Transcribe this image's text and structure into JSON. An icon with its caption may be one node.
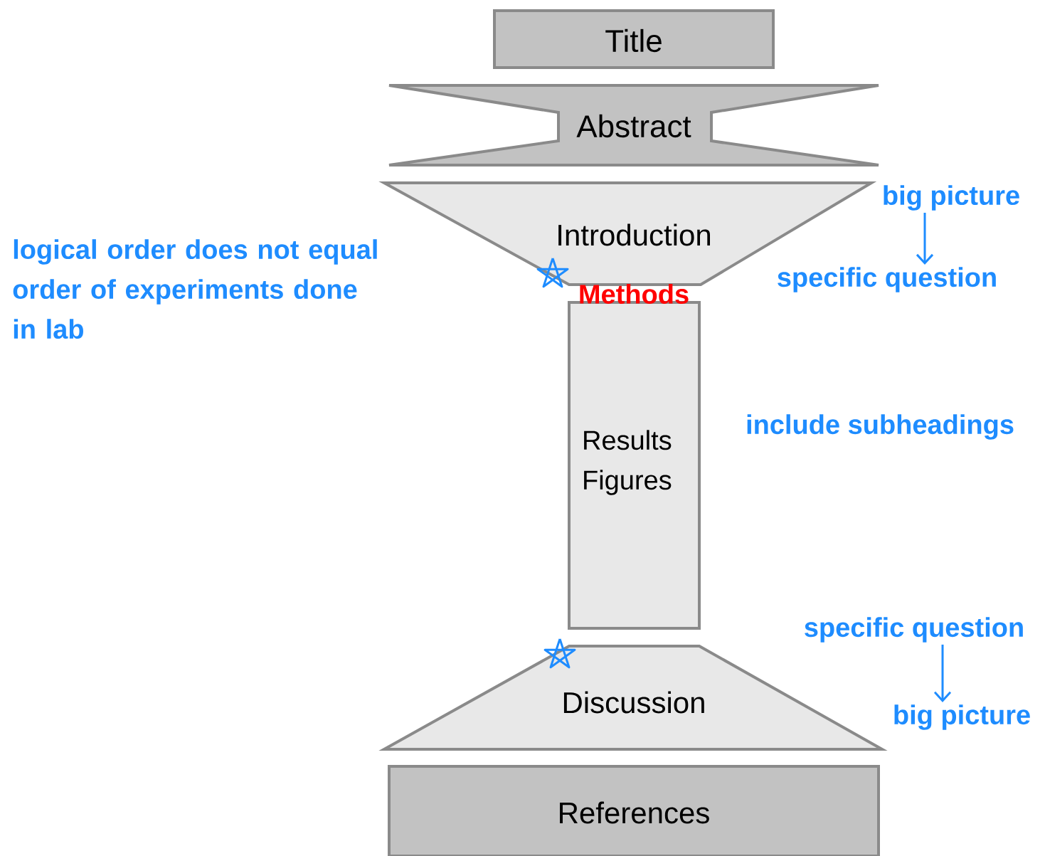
{
  "diagram": {
    "nodes": [
      {
        "text": [
          "Title"
        ]
      },
      {
        "text": [
          "Abstract"
        ]
      },
      {
        "text": [
          "Introduction"
        ]
      },
      {
        "text": [
          "Methods",
          "Results Figures"
        ]
      },
      {
        "text": [
          "Discussion"
        ]
      },
      {
        "text": [
          "References"
        ]
      },
      {
        "text": [
          "big picture"
        ]
      },
      {
        "text": [
          "specific question"
        ]
      },
      {
        "text": [
          "specific question"
        ]
      },
      {
        "text": [
          "big picture"
        ]
      }
    ],
    "edges": [
      {
        "from": 6,
        "to": 7,
        "arrow": "to"
      },
      {
        "from": 8,
        "to": 9,
        "arrow": "to"
      }
    ],
    "labels": [
      "logical order does not equal order of experiments done in lab",
      "include subheadings"
    ]
  }
}
